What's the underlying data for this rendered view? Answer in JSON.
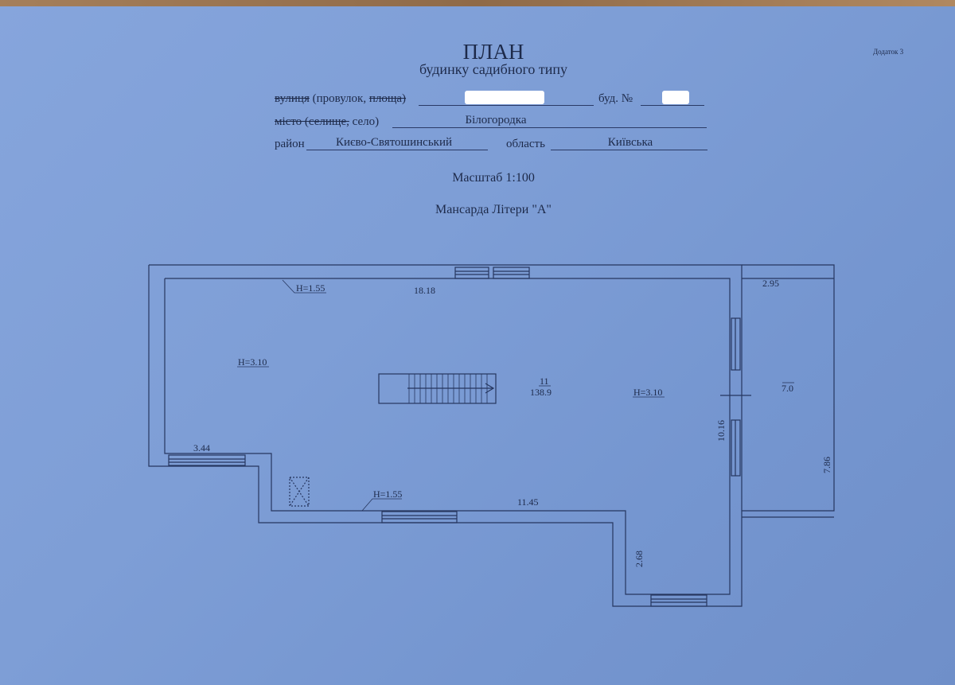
{
  "document": {
    "title": "ПЛАН",
    "subtitle": "будинку садибного типу",
    "appendix": "Додаток 3",
    "street_label_struck": "вулиця",
    "street_label_mid": " (провулок, ",
    "street_label_struck2": "площа)",
    "house_label": "буд. №",
    "city_label_struck": "місто (селище,",
    "city_label_rest": " село)",
    "city_value": "Білогородка",
    "district_label": "район",
    "district_value": "Києво-Святошинський",
    "region_label": "область",
    "region_value": "Київська",
    "scale": "Масштаб 1:100",
    "floor": "Мансарда Літери \"А\""
  },
  "plan": {
    "labels": {
      "h_top": "H=1.55",
      "dim_top": "18.18",
      "dim_balcony_top": "2.95",
      "h_left": "H=3.10",
      "room_number": "11",
      "room_area": "138.9",
      "h_right": "H=3.10",
      "balcony_area": "7.0",
      "dim_right": "10.16",
      "dim_balcony_side": "7.86",
      "dim_left_bottom": "3.44",
      "h_bottom": "H=1.55",
      "dim_bottom": "11.45",
      "dim_bottom_right": "2.68"
    }
  }
}
